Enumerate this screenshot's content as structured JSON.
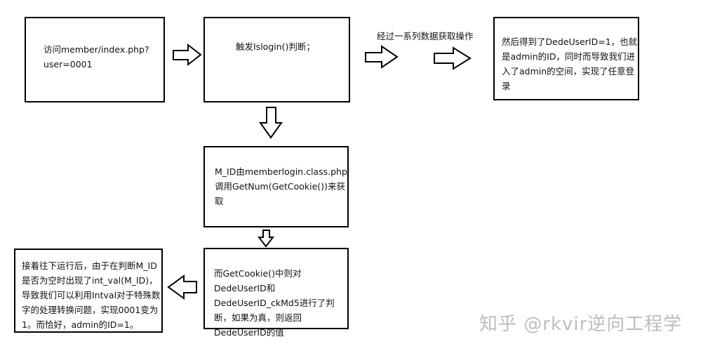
{
  "diagram": {
    "box1": "访问member/index.php?\nuser=0001",
    "box2": "触发Islogin()判断；",
    "edge_label": "经过一系列数据获取操作",
    "box3": "然后得到了DedeUserID=1，也就是admin的ID，同时而导致我们进入了admin的空间，实现了任意登录",
    "box4": "M_ID由memberlogin.class.php调用GetNum(GetCookie())来获取",
    "box5": "而GetCookie()中则对DedeUserID和DedeUserID_ckMd5进行了判断，如果为真，则返回DedeUserID的值",
    "box6": "接着往下运行后，由于在判断M_ID是否为空时出现了int_val(M_ID)，导致我们可以利用Intval对于特殊数字的处理转换问题，实现0001变为1。而恰好，admin的ID=1。"
  },
  "watermark": "知乎 @rkvir逆向工程学"
}
